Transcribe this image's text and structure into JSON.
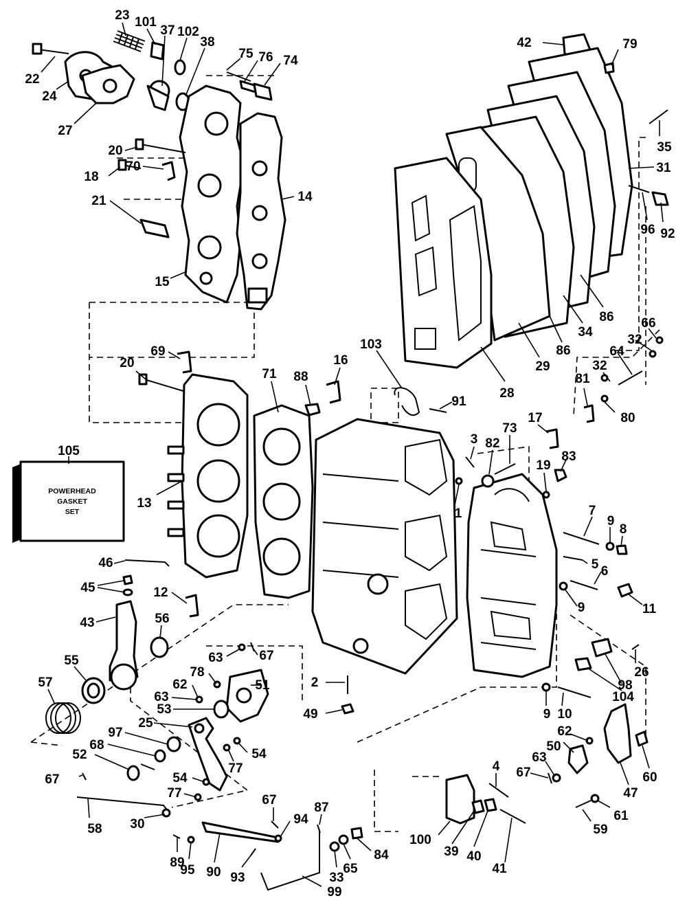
{
  "gasket_set_box": {
    "part_number": "105",
    "lines": [
      "POWERHEAD",
      "GASKET",
      "SET"
    ]
  },
  "callouts": {
    "c1": "1",
    "c2": "2",
    "c3": "3",
    "c4": "4",
    "c5": "5",
    "c6": "6",
    "c7": "7",
    "c8": "8",
    "c9a": "9",
    "c9b": "9",
    "c9c": "9",
    "c10": "10",
    "c11": "11",
    "c12": "12",
    "c13": "13",
    "c14": "14",
    "c15": "15",
    "c16": "16",
    "c17": "17",
    "c18": "18",
    "c19": "19",
    "c20a": "20",
    "c20b": "20",
    "c21": "21",
    "c22": "22",
    "c23": "23",
    "c24": "24",
    "c25": "25",
    "c26": "26",
    "c27": "27",
    "c28": "28",
    "c29": "29",
    "c30": "30",
    "c31": "31",
    "c32a": "32",
    "c32b": "32",
    "c33": "33",
    "c34": "34",
    "c35": "35",
    "c37": "37",
    "c38": "38",
    "c39": "39",
    "c40": "40",
    "c41": "41",
    "c42": "42",
    "c43": "43",
    "c45": "45",
    "c46": "46",
    "c47": "47",
    "c49": "49",
    "c50": "50",
    "c51": "51",
    "c52": "52",
    "c53": "53",
    "c54a": "54",
    "c54b": "54",
    "c55": "55",
    "c56": "56",
    "c57": "57",
    "c58": "58",
    "c59": "59",
    "c60": "60",
    "c61": "61",
    "c62a": "62",
    "c62b": "62",
    "c63a": "63",
    "c63b": "63",
    "c63c": "63",
    "c64": "64",
    "c65": "65",
    "c66": "66",
    "c67a": "67",
    "c67b": "67",
    "c67c": "67",
    "c67d": "67",
    "c68": "68",
    "c69": "69",
    "c70": "70",
    "c71": "71",
    "c73": "73",
    "c74": "74",
    "c75": "75",
    "c76": "76",
    "c77a": "77",
    "c77b": "77",
    "c78": "78",
    "c79": "79",
    "c80": "80",
    "c81": "81",
    "c82": "82",
    "c83": "83",
    "c84": "84",
    "c86a": "86",
    "c86b": "86",
    "c87": "87",
    "c88": "88",
    "c89": "89",
    "c90": "90",
    "c91": "91",
    "c92": "92",
    "c93": "93",
    "c94": "94",
    "c95": "95",
    "c96": "96",
    "c97": "97",
    "c98": "98",
    "c99": "99",
    "c100": "100",
    "c101": "101",
    "c102": "102",
    "c103": "103",
    "c104": "104"
  }
}
